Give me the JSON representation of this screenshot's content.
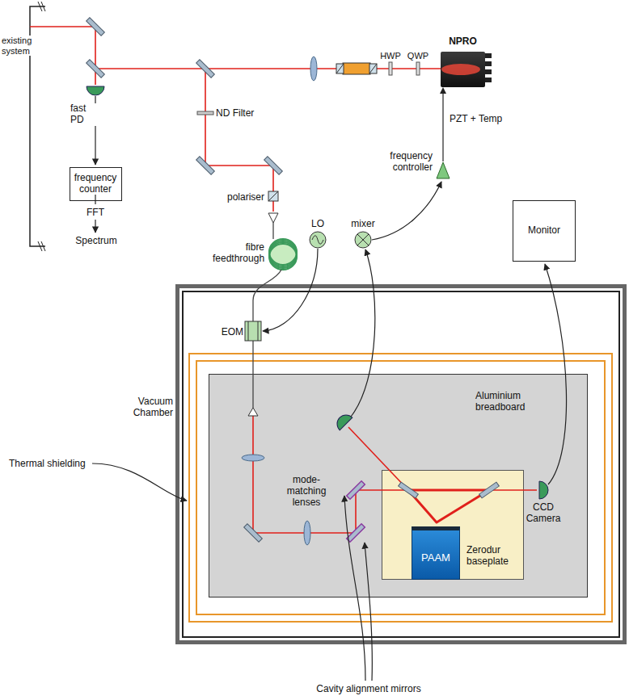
{
  "diagram": {
    "nodes": [
      {
        "text": [
          "Vacuum Chamber"
        ]
      },
      {
        "text": [
          "Aluminium breadboard"
        ],
        "in": 0
      },
      {
        "text": [
          "Zerodur baseplate"
        ],
        "in": 1
      },
      {
        "text": [
          "PAAM"
        ],
        "in": 2
      },
      {
        "text": [
          "frequency counter"
        ]
      },
      {
        "text": [
          "Monitor"
        ]
      },
      {
        "text": [
          "NPRO"
        ]
      },
      {
        "text": [
          "frequency controller"
        ]
      }
    ],
    "edges": [
      {
        "from": 7,
        "to": 6,
        "arrow": "to",
        "label": "PZT + Temp"
      }
    ],
    "labels": [
      "existing system",
      "fast PD",
      "FFT",
      "Spectrum",
      "ND Filter",
      "polariser",
      "fibre feedthrough",
      "HWP",
      "QWP",
      "LO",
      "mixer",
      "EOM",
      "Thermal shielding",
      "mode-matching lenses",
      "CCD Camera",
      "Cavity alignment mirrors"
    ]
  }
}
